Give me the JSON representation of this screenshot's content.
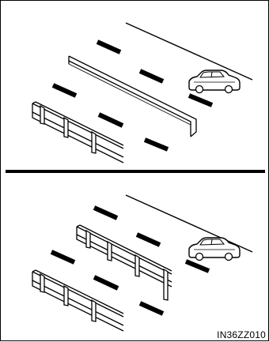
{
  "figure": {
    "code": "IN36ZZ010"
  },
  "colors": {
    "ink": "#000000",
    "paper": "#ffffff"
  },
  "panels": [
    {
      "scene": "guardrail-left-curb-divider-car-right"
    },
    {
      "scene": "two-guardrails-car-right"
    }
  ]
}
